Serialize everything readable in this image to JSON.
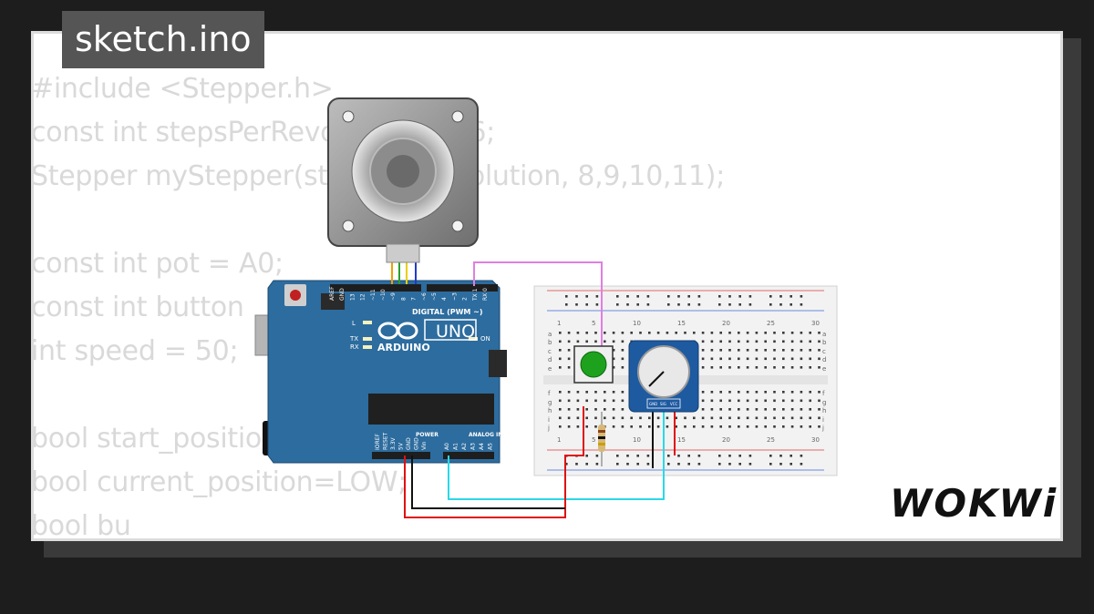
{
  "file": {
    "name": "sketch.ino"
  },
  "code_lines": [
    "#include <Stepper.h>",
    "const int stepsPerRevolution = 76;",
    "Stepper myStepper(stepsPerRevolution, 8,9,10,11);",
    "",
    "const int pot = A0;",
    "const int button",
    "int speed = 50;",
    "",
    "bool start_position=LOW;",
    "bool current_position=LOW;",
    "bool bu"
  ],
  "arduino": {
    "brand": "ARDUINO",
    "model": "UNO",
    "digital_label": "DIGITAL (PWM ~)",
    "power_label": "POWER",
    "analog_label": "ANALOG IN",
    "led_l": "L",
    "led_tx": "TX",
    "led_rx": "RX",
    "led_on": "ON",
    "top_pins": [
      "AREF",
      "GND",
      "13",
      "12",
      "~11",
      "~10",
      "~9",
      "8",
      "7",
      "~6",
      "~5",
      "4",
      "~3",
      "2",
      "TX 1",
      "RX 0"
    ],
    "power_pins": [
      "IOREF",
      "RESET",
      "3.3V",
      "5V",
      "GND",
      "GND",
      "Vin"
    ],
    "analog_pins": [
      "A0",
      "A1",
      "A2",
      "A3",
      "A4",
      "A5"
    ]
  },
  "breadboard": {
    "col_numbers": [
      "1",
      "5",
      "10",
      "15",
      "20",
      "25",
      "30"
    ],
    "row_letters_top": [
      "a",
      "b",
      "c",
      "d",
      "e"
    ],
    "row_letters_bottom": [
      "f",
      "g",
      "h",
      "i",
      "j"
    ]
  },
  "potentiometer": {
    "pin_labels": [
      "GND",
      "SIG",
      "VCC"
    ]
  },
  "wire_colors": {
    "orange": "#f0a000",
    "green": "#2aa02a",
    "yellow": "#e8d000",
    "blue": "#1e3cc8",
    "pink": "#e07ee0",
    "cyan": "#2ad8e8",
    "red": "#e01010",
    "black": "#111111"
  },
  "logo": {
    "text": "WOKWi"
  }
}
